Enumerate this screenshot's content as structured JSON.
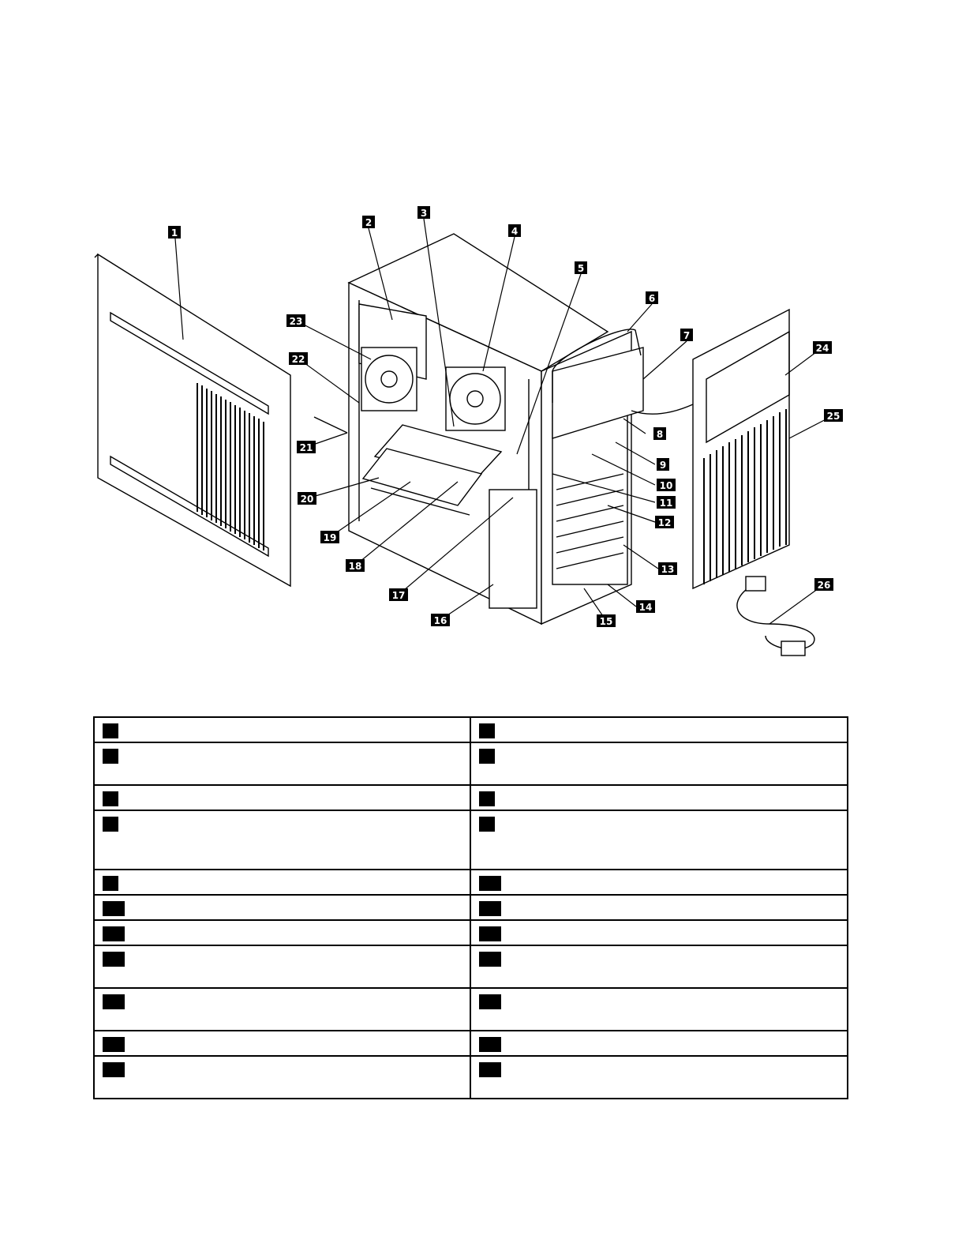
{
  "diagram": {
    "callouts": [
      "1",
      "2",
      "3",
      "4",
      "5",
      "6",
      "7",
      "8",
      "9",
      "10",
      "11",
      "12",
      "13",
      "14",
      "15",
      "16",
      "17",
      "18",
      "19",
      "20",
      "21",
      "22",
      "23",
      "24",
      "25",
      "26"
    ]
  },
  "table": {
    "rows": [
      [
        {
          "number": "",
          "text": ""
        },
        {
          "number": "",
          "text": ""
        }
      ],
      [
        {
          "number": "",
          "text": ""
        },
        {
          "number": "",
          "text": ""
        }
      ],
      [
        {
          "number": "",
          "text": ""
        },
        {
          "number": "",
          "text": ""
        }
      ],
      [
        {
          "number": "",
          "text": ""
        },
        {
          "number": "",
          "text": ""
        }
      ],
      [
        {
          "number": "",
          "text": ""
        },
        {
          "number": "",
          "text": ""
        }
      ],
      [
        {
          "number": "",
          "text": ""
        },
        {
          "number": "",
          "text": ""
        }
      ],
      [
        {
          "number": "",
          "text": ""
        },
        {
          "number": "",
          "text": ""
        }
      ],
      [
        {
          "number": "",
          "text": ""
        },
        {
          "number": "",
          "text": ""
        }
      ],
      [
        {
          "number": "",
          "text": ""
        },
        {
          "number": "",
          "text": ""
        }
      ],
      [
        {
          "number": "",
          "text": ""
        },
        {
          "number": "",
          "text": ""
        }
      ],
      [
        {
          "number": "",
          "text": ""
        },
        {
          "number": "",
          "text": ""
        }
      ]
    ]
  }
}
